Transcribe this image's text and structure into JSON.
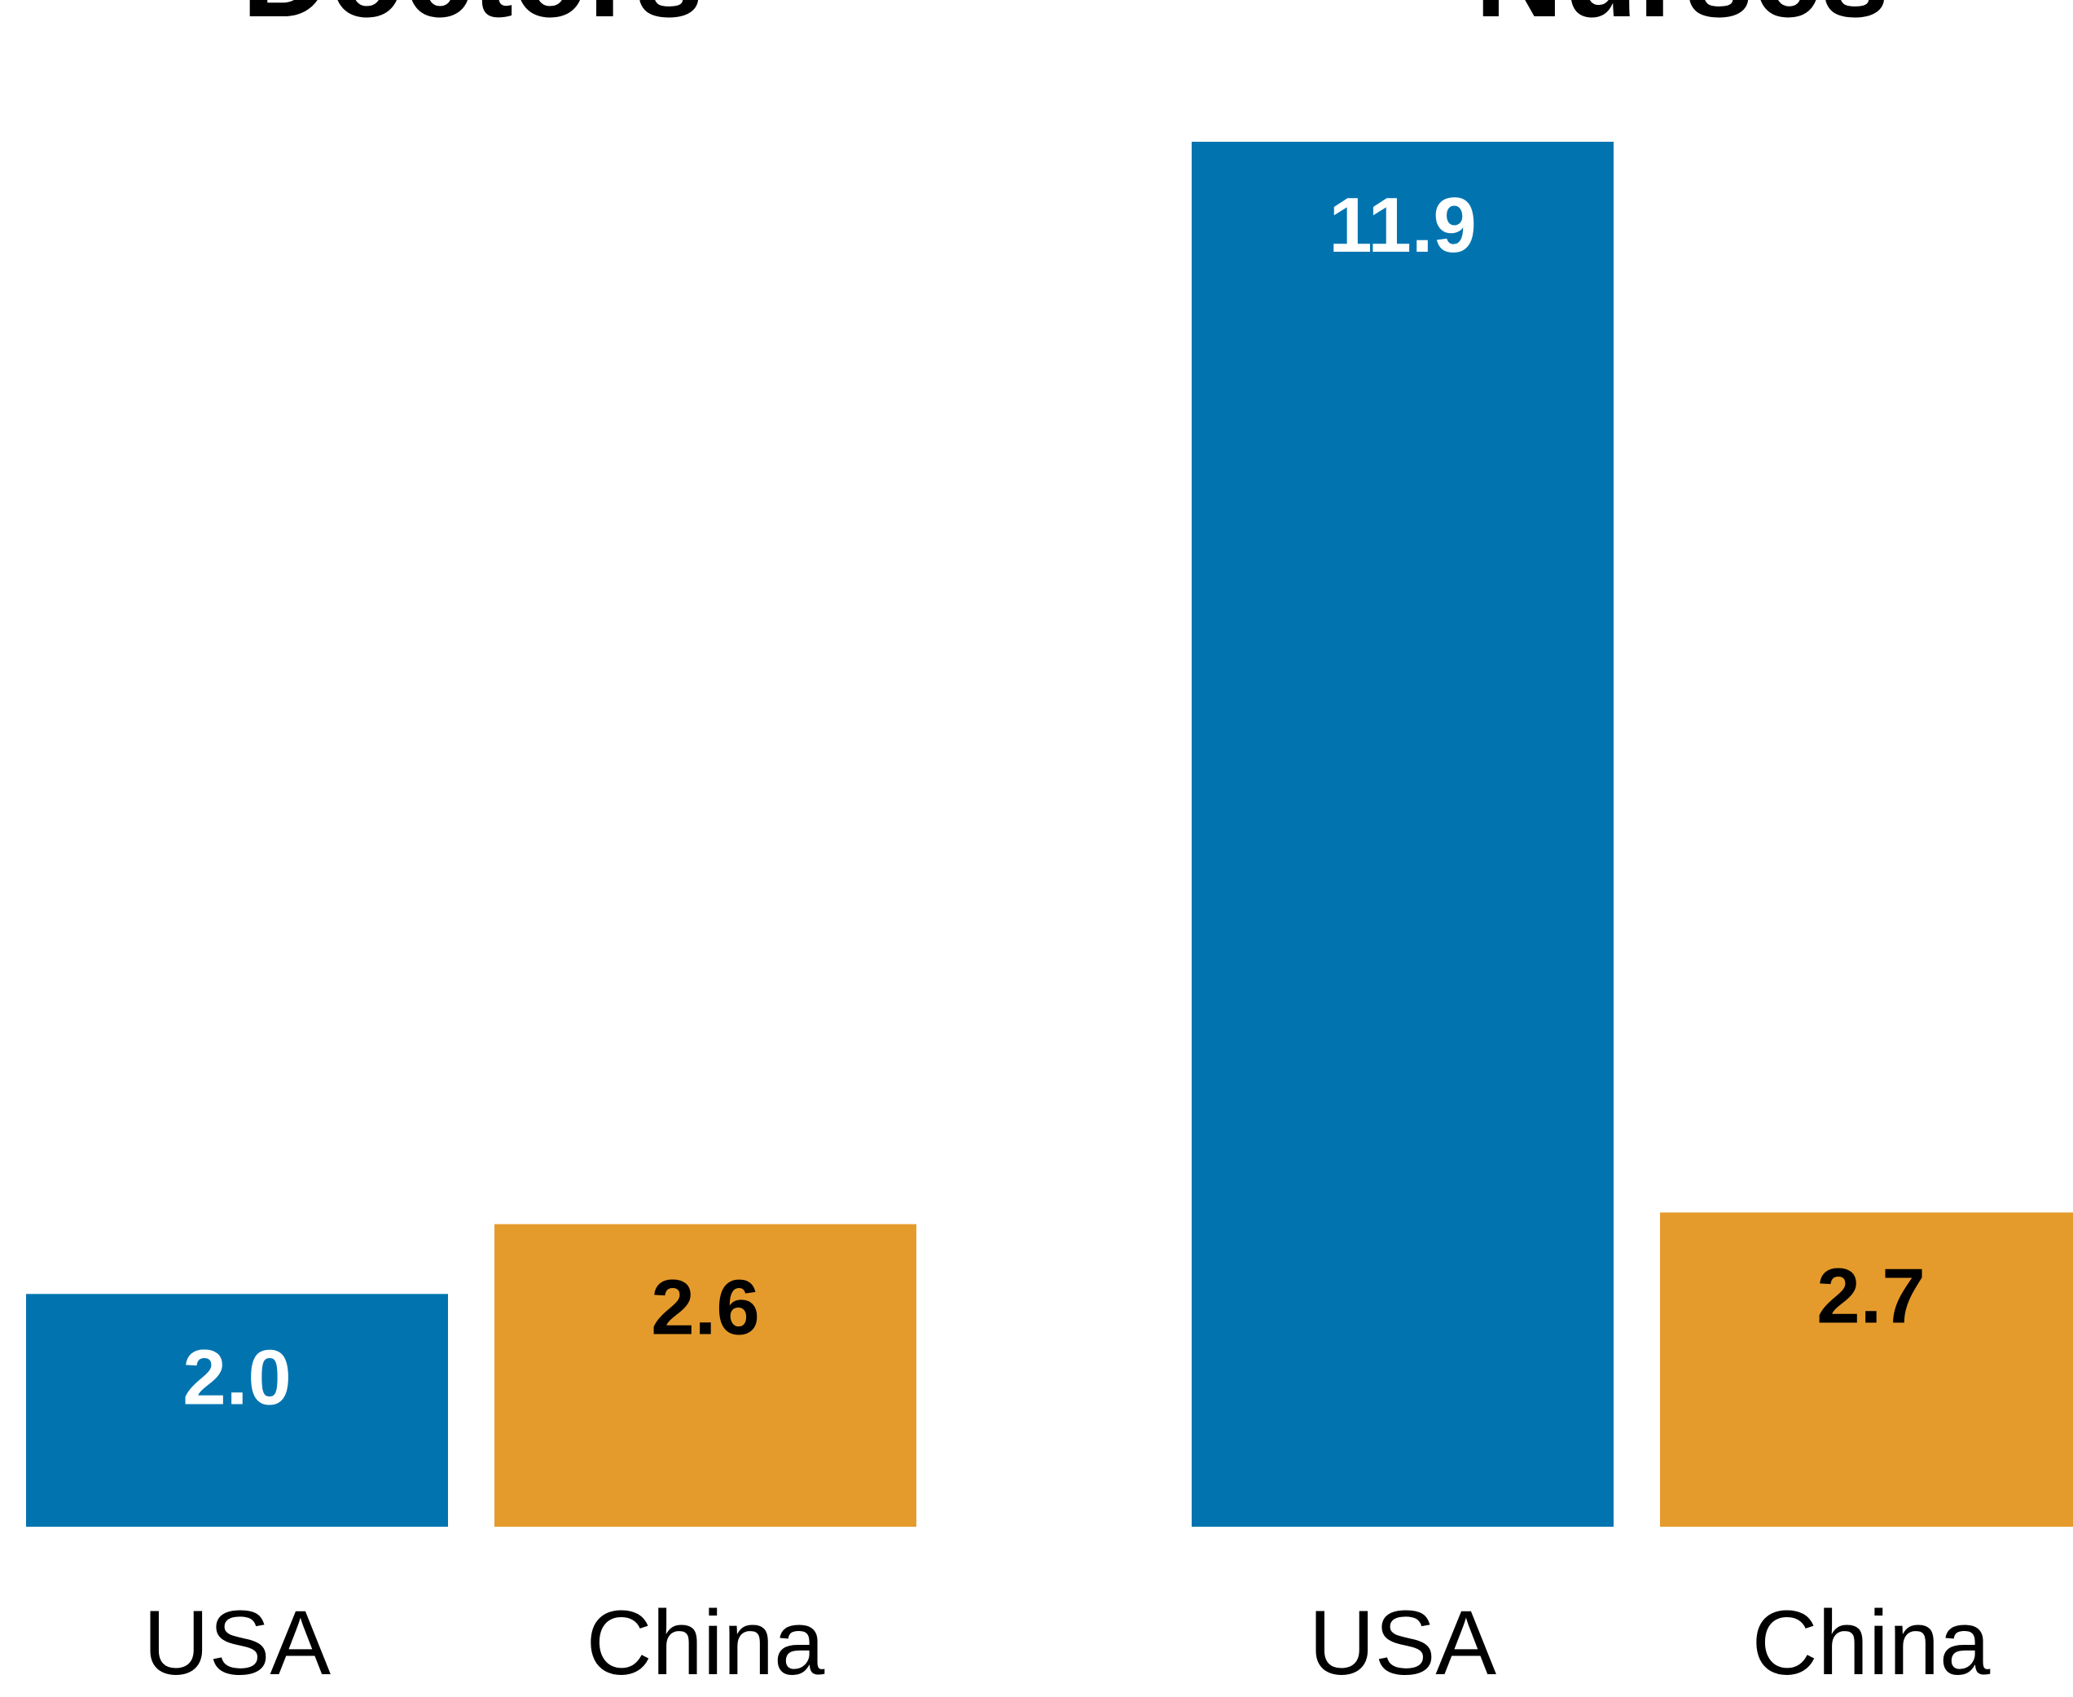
{
  "colors": {
    "usa": "#0174B0",
    "china": "#E59B2B",
    "value_on_usa": "#FFFFFF",
    "value_on_china": "#000000"
  },
  "chart_data": [
    {
      "type": "bar",
      "title": "Doctors",
      "categories": [
        "USA",
        "China"
      ],
      "values": [
        2.0,
        2.6
      ],
      "value_labels": [
        "2.0",
        "2.6"
      ],
      "ylim": [
        0,
        11.9
      ],
      "grid": false,
      "legend": "none"
    },
    {
      "type": "bar",
      "title": "Nurses",
      "categories": [
        "USA",
        "China"
      ],
      "values": [
        11.9,
        2.7
      ],
      "value_labels": [
        "11.9",
        "2.7"
      ],
      "ylim": [
        0,
        11.9
      ],
      "grid": false,
      "legend": "none"
    }
  ]
}
